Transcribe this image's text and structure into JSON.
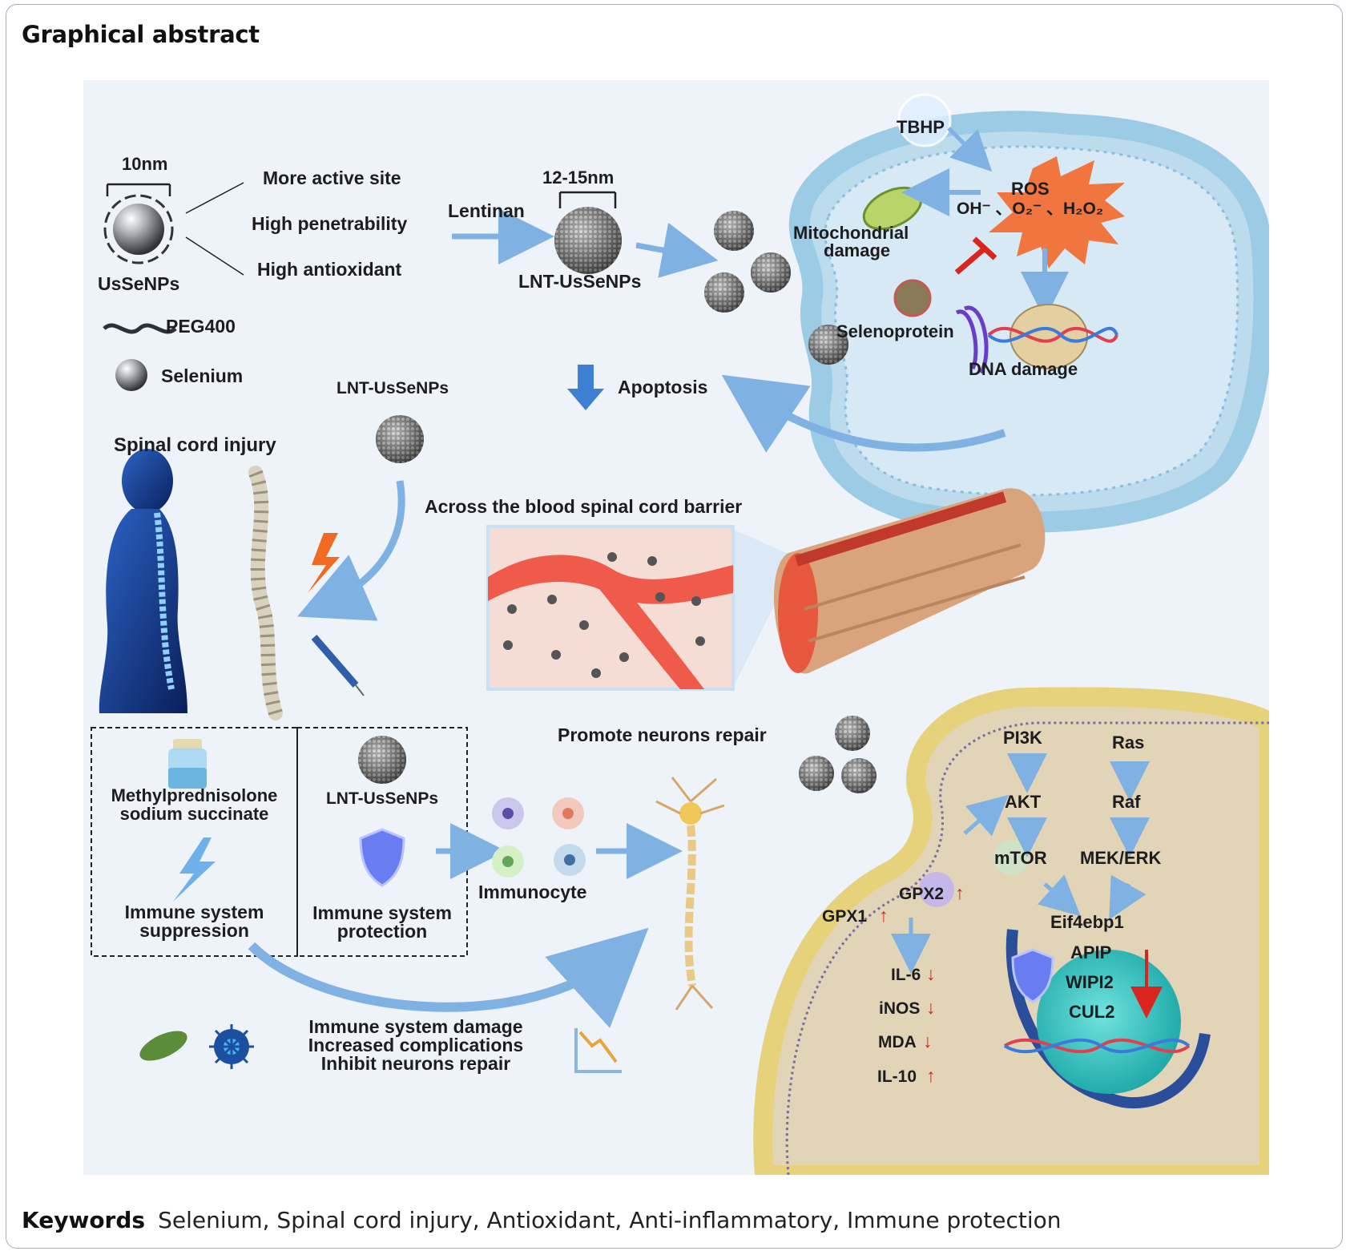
{
  "heading": "Graphical abstract",
  "top": {
    "size_small": "10nm",
    "size_large": "12-15nm",
    "usse_label": "UsSeNPs",
    "properties": [
      "More active site",
      "High penetrability",
      "High antioxidant"
    ],
    "lentinan": "Lentinan",
    "lnt_label": "LNT-UsSeNPs",
    "legend_peg": "PEG400",
    "legend_se": "Selenium"
  },
  "cell_top": {
    "tbhp": "TBHP",
    "ros": "ROS",
    "oh": "OH⁻ 、O₂⁻ 、H₂O₂",
    "mito": "Mitochondrial",
    "mito2": "damage",
    "selenoprotein": "Selenoprotein",
    "dna_damage": "DNA damage",
    "apoptosis": "Apoptosis"
  },
  "middle": {
    "lnt_label": "LNT-UsSeNPs",
    "sci": "Spinal cord injury",
    "bscb": "Across the blood spinal cord barrier"
  },
  "bottom": {
    "drug_line1": "Methylprednisolone",
    "drug_line2": "sodium succinate",
    "lnt_label": "LNT-UsSeNPs",
    "supp_line1": "Immune system",
    "supp_line2": "suppression",
    "prot_line1": "Immune system",
    "prot_line2": "protection",
    "immunocyte": "Immunocyte",
    "promote": "Promote neurons repair",
    "damage_line1": "Immune system damage",
    "damage_line2": "Increased complications",
    "damage_line3": "Inhibit neurons repair"
  },
  "pathway": {
    "pi3k": "PI3K",
    "akt": "AKT",
    "mtor": "mTOR",
    "ras": "Ras",
    "raf": "Raf",
    "mek": "MEK/ERK",
    "gpx1": "GPX1",
    "gpx2": "GPX2",
    "il6": "IL-6",
    "inos": "iNOS",
    "mda": "MDA",
    "il10": "IL-10",
    "eif": "Eif4ebp1",
    "apip": "APIP",
    "wipi2": "WIPI2",
    "cul2": "CUL2"
  },
  "keywords": {
    "label": "Keywords",
    "text": "Selenium, Spinal cord injury, Antioxidant, Anti-inflammatory, Immune protection"
  },
  "colors": {
    "arrow_blue": "#7fb2e3",
    "red_arrow": "#d9251d",
    "ros_orange": "#f26a2e",
    "membrane_blue": "#9ccbe6",
    "membrane_yellow": "#e6d27a"
  },
  "icons": [
    "sphere-icon",
    "peg-wave-icon",
    "down-arrow-icon",
    "lightning-icon",
    "syringe-icon",
    "shield-icon",
    "bacteria-icon",
    "virus-icon",
    "decline-chart-icon",
    "neuron-icon",
    "dna-icon"
  ]
}
